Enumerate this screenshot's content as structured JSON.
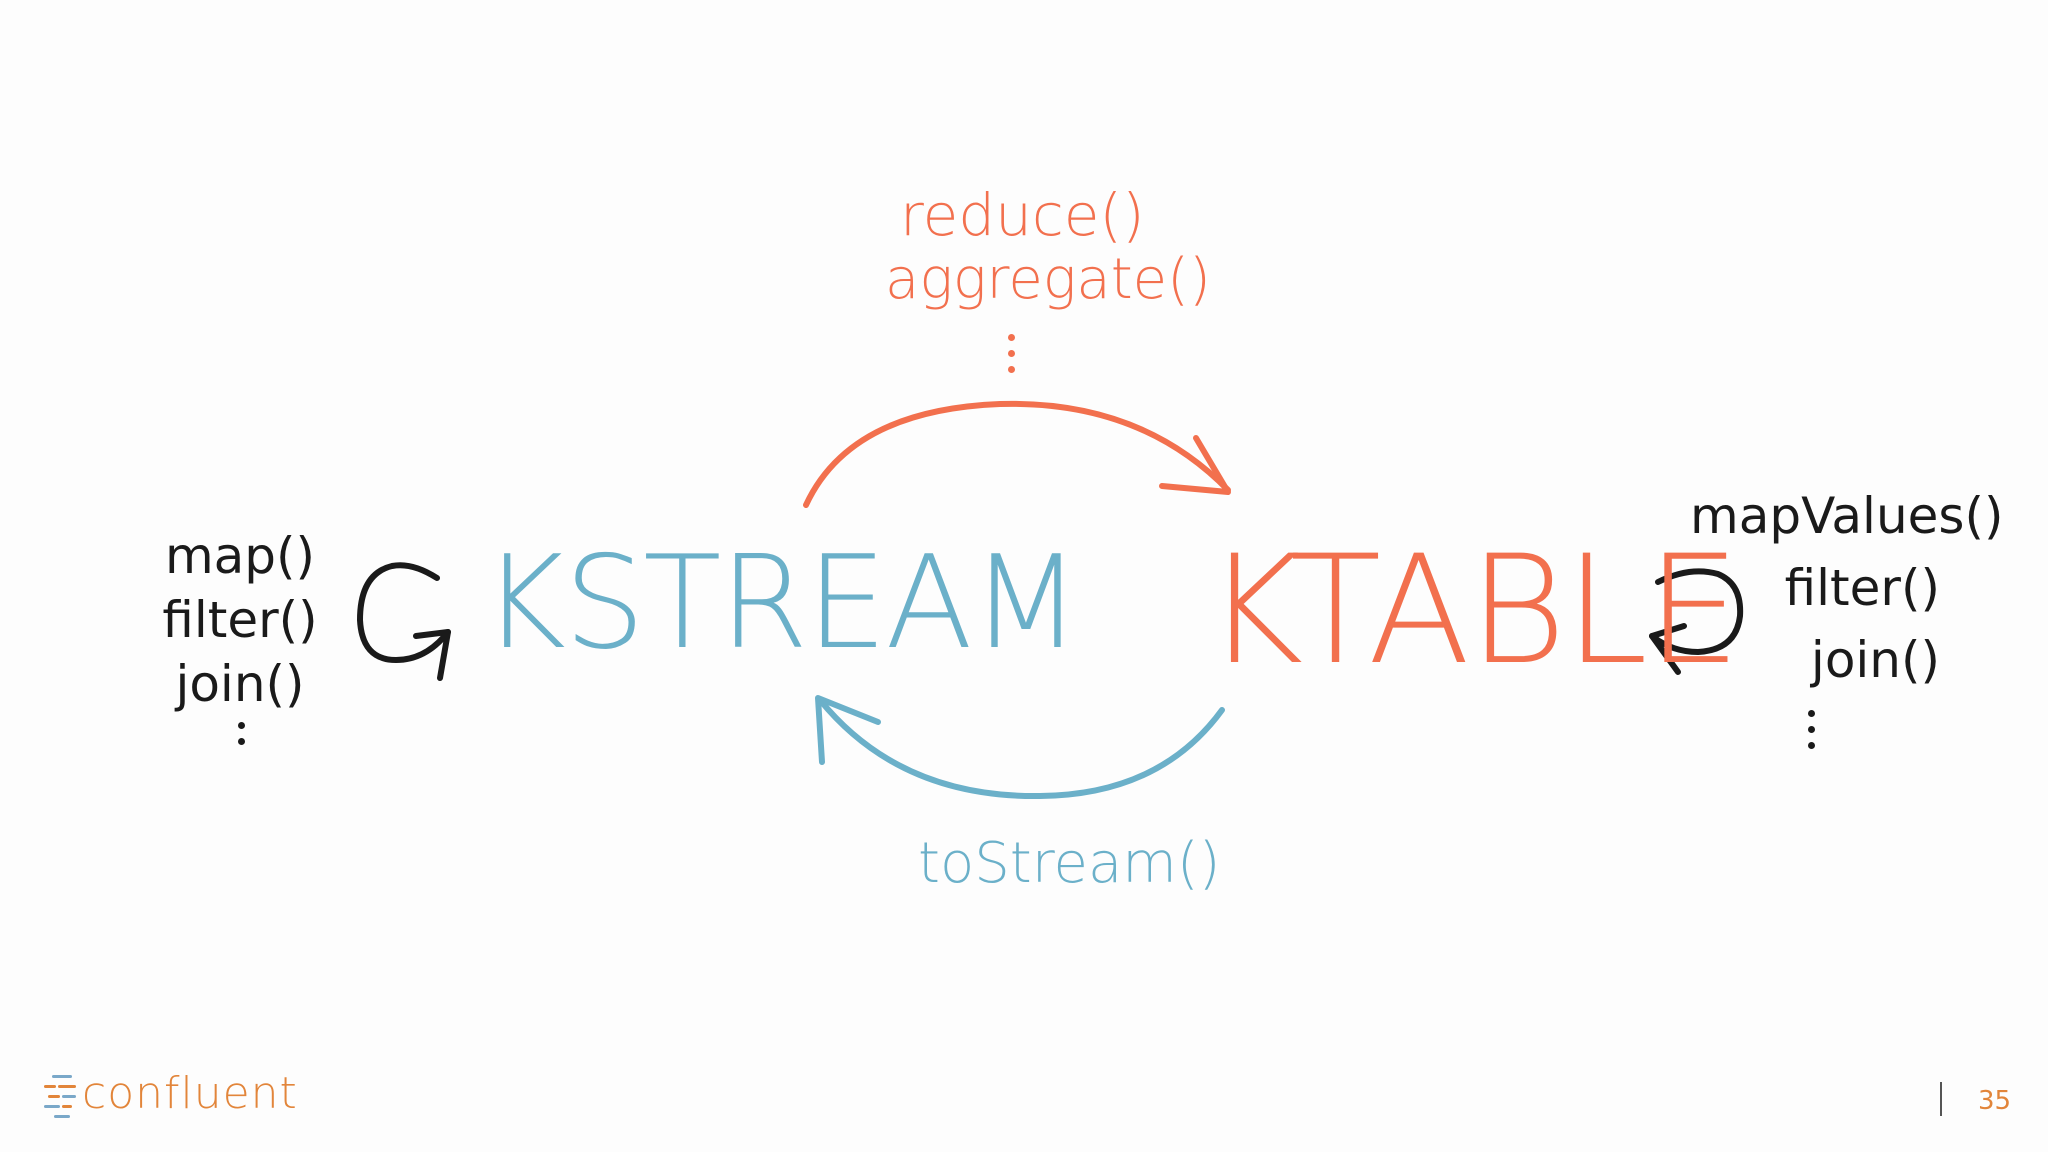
{
  "diagram": {
    "kstream": {
      "label": "KSTREAM",
      "color": "#6bb0c9"
    },
    "ktable": {
      "label": "KTABLE",
      "color": "#f2704e"
    },
    "top_ops": [
      "reduce()",
      "aggregate()"
    ],
    "bottom_op": "toStream()",
    "left_ops": [
      "map()",
      "filter()",
      "join()"
    ],
    "right_ops": [
      "mapValues()",
      "filter()",
      "join()"
    ],
    "ink_color": "#1a1a1a"
  },
  "footer": {
    "brand": "confluent",
    "brand_color": "#e2853a",
    "page_number": "35"
  }
}
